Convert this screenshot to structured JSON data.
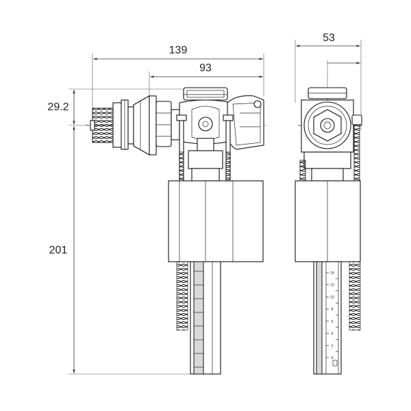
{
  "dimensions": {
    "overall_width": "139",
    "body_width": "93",
    "inlet_height": "29.2",
    "total_height": "201",
    "side_width": "53"
  },
  "scale_marks": [
    "14",
    "12",
    "10",
    "8",
    "6",
    "4",
    "2",
    "0"
  ]
}
